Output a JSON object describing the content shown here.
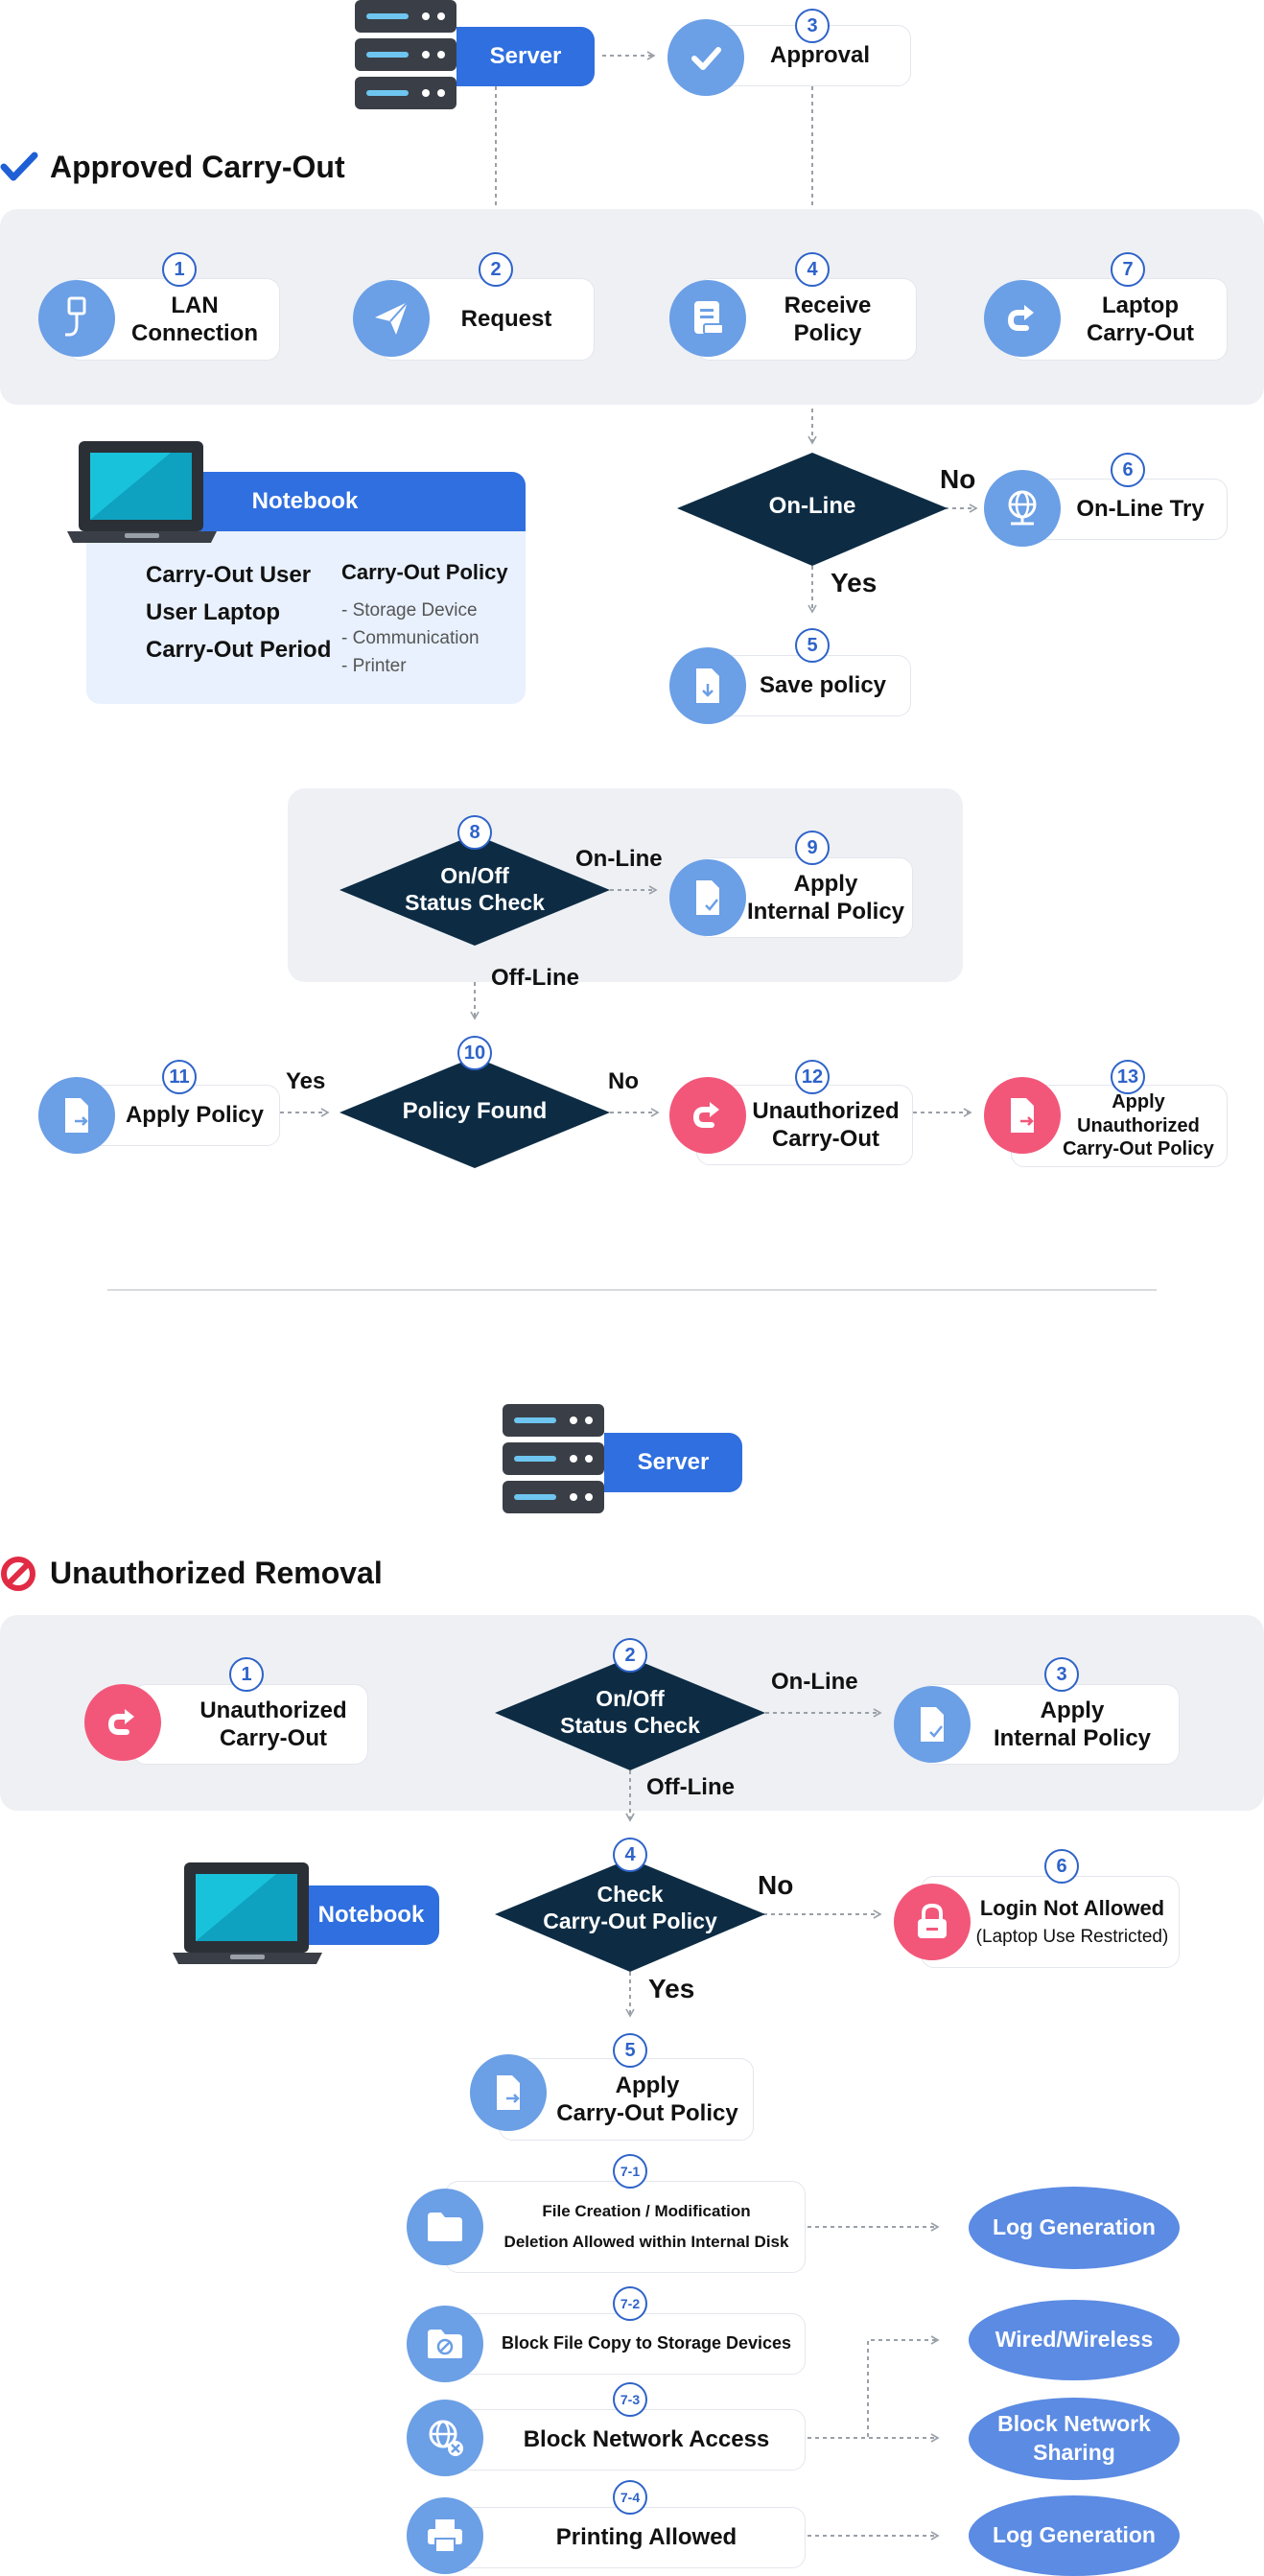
{
  "top": {
    "server_label": "Server",
    "approval": {
      "num": "3",
      "label": "Approval"
    },
    "section_title": "Approved Carry-Out",
    "steps": {
      "lan": {
        "num": "1",
        "l1": "LAN",
        "l2": "Connection"
      },
      "request": {
        "num": "2",
        "label": "Request"
      },
      "receive": {
        "num": "4",
        "l1": "Receive",
        "l2": "Policy"
      },
      "laptop": {
        "num": "7",
        "l1": "Laptop",
        "l2": "Carry-Out"
      },
      "online_try": {
        "num": "6",
        "label": "On-Line Try"
      },
      "save": {
        "num": "5",
        "label": "Save policy"
      }
    },
    "decision_online": "On-Line",
    "no": "No",
    "yes": "Yes",
    "notebook": {
      "title": "Notebook",
      "left": [
        "Carry-Out User",
        "User Laptop",
        "Carry-Out Period"
      ],
      "right_title": "Carry-Out Policy",
      "right_items": [
        "- Storage Device",
        "- Communication",
        "- Printer"
      ]
    },
    "status": {
      "num": "8",
      "l1": "On/Off",
      "l2": "Status Check",
      "online": "On-Line",
      "offline": "Off-Line",
      "apply_internal": {
        "num": "9",
        "l1": "Apply",
        "l2": "Internal Policy"
      }
    },
    "policy_found": {
      "num": "10",
      "label": "Policy Found",
      "yes": "Yes",
      "no": "No"
    },
    "apply_policy": {
      "num": "11",
      "label": "Apply Policy"
    },
    "unauth": {
      "num": "12",
      "l1": "Unauthorized",
      "l2": "Carry-Out"
    },
    "apply_unauth": {
      "num": "13",
      "l1": "Apply",
      "l2": "Unauthorized",
      "l3": "Carry-Out Policy"
    }
  },
  "bottom": {
    "server_label": "Server",
    "section_title": "Unauthorized Removal",
    "unauth": {
      "num": "1",
      "l1": "Unauthorized",
      "l2": "Carry-Out"
    },
    "status": {
      "num": "2",
      "l1": "On/Off",
      "l2": "Status Check",
      "online": "On-Line",
      "offline": "Off-Line"
    },
    "apply_internal": {
      "num": "3",
      "l1": "Apply",
      "l2": "Internal Policy"
    },
    "check": {
      "num": "4",
      "l1": "Check",
      "l2": "Carry-Out Policy",
      "no": "No",
      "yes": "Yes"
    },
    "notebook_label": "Notebook",
    "login": {
      "num": "6",
      "l1": "Login Not Allowed",
      "l2": "(Laptop Use Restricted)"
    },
    "apply_carry": {
      "num": "5",
      "l1": "Apply",
      "l2": "Carry-Out Policy"
    },
    "sub": [
      {
        "num": "7-1",
        "l1": "File Creation / Modification",
        "l2": "Deletion Allowed within Internal Disk"
      },
      {
        "num": "7-2",
        "l1": "Block File Copy to Storage Devices"
      },
      {
        "num": "7-3",
        "l1": "Block Network Access"
      },
      {
        "num": "7-4",
        "l1": "Printing Allowed"
      }
    ],
    "ovals": {
      "log1": "Log Generation",
      "wired": "Wired/Wireless",
      "block_l1": "Block Network",
      "block_l2": "Sharing",
      "log2": "Log Generation"
    }
  },
  "colors": {
    "navy": "#0d2c44",
    "blue_icon": "#6b9fe6",
    "red_icon": "#f2577a",
    "accent": "#2f6fe0",
    "oval": "#5b8be3",
    "panel": "#eef0f4"
  }
}
